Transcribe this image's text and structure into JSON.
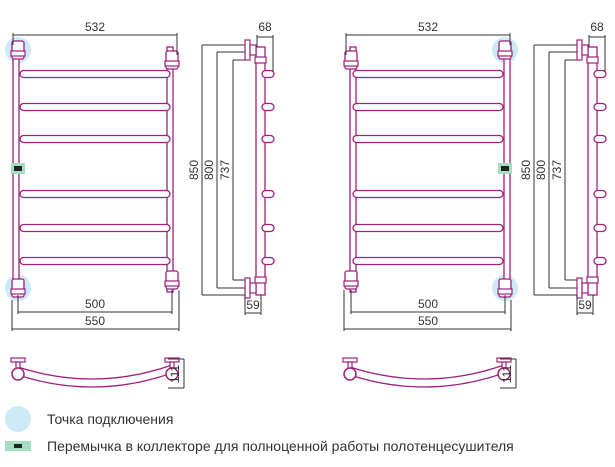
{
  "colors": {
    "pipe": "#a0207a",
    "connection": "#cdeaf8",
    "jumper": "#a6dcc0",
    "dim": "#333333"
  },
  "drawings": [
    {
      "connection_side": "left",
      "dims": {
        "width_top": "532",
        "axis": "500",
        "overall": "550",
        "height": "850",
        "height2": "800",
        "height3": "737",
        "depth_top": "68",
        "depth_bottom": "59",
        "bend": "111"
      },
      "rungs": 6
    },
    {
      "connection_side": "right",
      "dims": {
        "width_top": "532",
        "axis": "500",
        "overall": "550",
        "height": "850",
        "height2": "800",
        "height3": "737",
        "depth_top": "68",
        "depth_bottom": "59",
        "bend": "111"
      },
      "rungs": 6
    }
  ],
  "legend": {
    "connection_point": "Точка подключения",
    "jumper": "Перемычка в коллекторе для полноценной работы полотенцесушителя"
  }
}
